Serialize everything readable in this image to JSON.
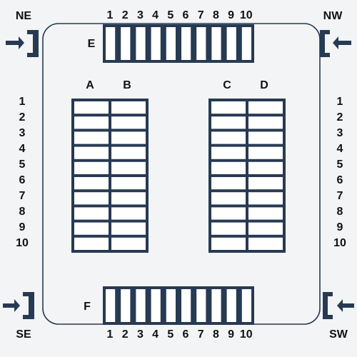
{
  "colors": {
    "background": "#f3f4f5",
    "rack": "#273a53",
    "room_border": "#273a53",
    "text": "#111111",
    "cell_fill": "#ffffff"
  },
  "doors": {
    "ne": {
      "label": "NE",
      "icon": "arrow-right-icon"
    },
    "nw": {
      "label": "NW",
      "icon": "arrow-left-icon"
    },
    "se": {
      "label": "SE",
      "icon": "arrow-right-icon"
    },
    "sw": {
      "label": "SW",
      "icon": "arrow-left-icon"
    }
  },
  "top_rack": {
    "label": "E",
    "numbers": [
      "1",
      "2",
      "3",
      "4",
      "5",
      "6",
      "7",
      "8",
      "9",
      "10"
    ]
  },
  "bottom_rack": {
    "label": "F",
    "numbers": [
      "1",
      "2",
      "3",
      "4",
      "5",
      "6",
      "7",
      "8",
      "9",
      "10"
    ]
  },
  "left_block": {
    "column_labels": [
      "A",
      "B"
    ],
    "row_numbers": [
      "1",
      "2",
      "3",
      "4",
      "5",
      "6",
      "7",
      "8",
      "9",
      "10"
    ]
  },
  "right_block": {
    "column_labels": [
      "C",
      "D"
    ],
    "row_numbers": [
      "1",
      "2",
      "3",
      "4",
      "5",
      "6",
      "7",
      "8",
      "9",
      "10"
    ]
  }
}
